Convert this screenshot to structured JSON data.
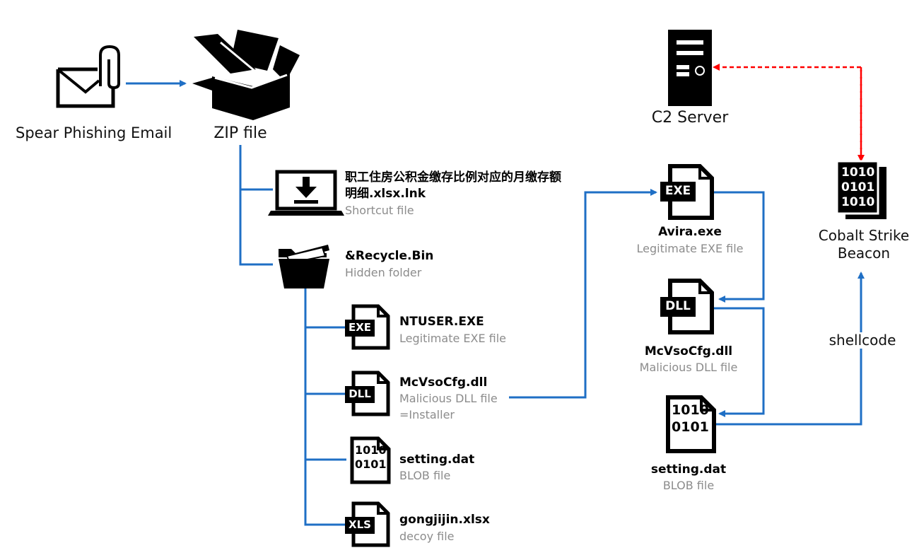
{
  "email": {
    "label": "Spear Phishing Email"
  },
  "zip": {
    "label": "ZIP file"
  },
  "lnk": {
    "name_line1": "职工住房公积金缴存比例对应的月缴存额",
    "name_line2": "明细.xlsx.lnk",
    "type": "Shortcut file"
  },
  "recycle": {
    "name": "&Recycle.Bin",
    "type": "Hidden folder"
  },
  "ntuser": {
    "badge": "EXE",
    "name": "NTUSER.EXE",
    "type": "Legitimate EXE file"
  },
  "mcvso_left": {
    "badge": "DLL",
    "name": "McVsoCfg.dll",
    "type": "Malicious DLL file",
    "type2": "=Installer"
  },
  "setting_left": {
    "bits1": "1010",
    "bits2": "0101",
    "name": "setting.dat",
    "type": "BLOB file"
  },
  "gongjijin": {
    "badge": "XLS",
    "name": "gongjijin.xlsx",
    "type": "decoy file"
  },
  "avira": {
    "badge": "EXE",
    "name": "Avira.exe",
    "type": "Legitimate EXE file"
  },
  "mcvso_right": {
    "badge": "DLL",
    "name": "McVsoCfg.dll",
    "type": "Malicious DLL file"
  },
  "setting_right": {
    "bits1": "1010",
    "bits2": "0101",
    "name": "setting.dat",
    "type": "BLOB file"
  },
  "c2": {
    "label": "C2 Server"
  },
  "beacon": {
    "bits1": "1010",
    "bits2": "0101",
    "bits3": "1010",
    "label1": "Cobalt Strike",
    "label2": "Beacon"
  },
  "shellcode": {
    "label": "shellcode"
  },
  "colors": {
    "connector": "#1f6fc5",
    "c2_link": "#ff0000",
    "icon": "#000000",
    "subtext": "#8c8c8c"
  }
}
